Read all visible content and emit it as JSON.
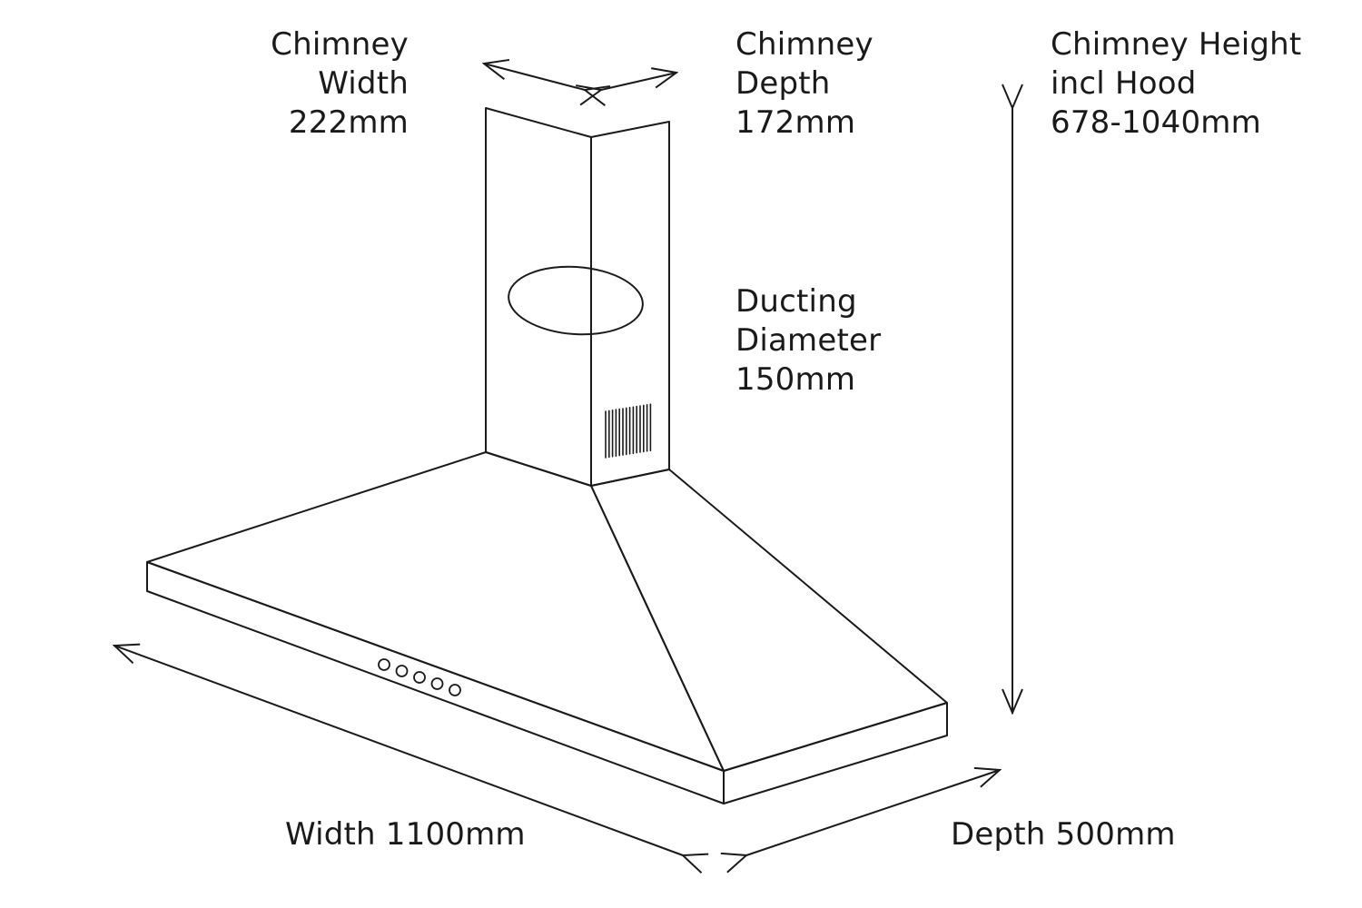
{
  "labels": {
    "chimney_width": [
      "Chimney",
      "Width",
      "222mm"
    ],
    "chimney_depth": [
      "Chimney",
      "Depth",
      "172mm"
    ],
    "chimney_height": [
      "Chimney Height",
      "incl Hood",
      "678-1040mm"
    ],
    "ducting_diameter": [
      "Ducting",
      "Diameter",
      "150mm"
    ],
    "width": "Width 1100mm",
    "depth": "Depth 500mm"
  },
  "colors": {
    "line": "#1a1a1a",
    "background": "#ffffff"
  },
  "hood_buttons": 5
}
